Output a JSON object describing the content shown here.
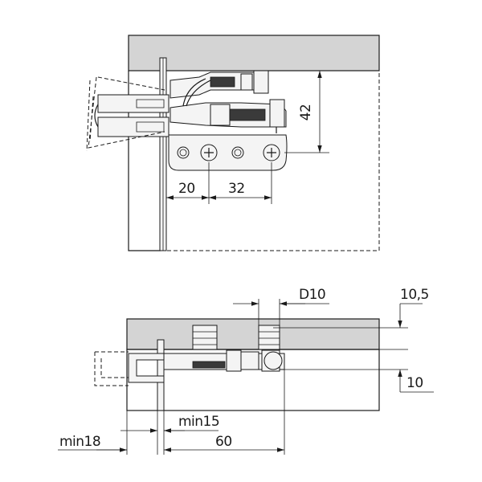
{
  "colors": {
    "panel": "#d4d4d4",
    "line": "#1a1a1a"
  },
  "top_view": {
    "dim_20": "20",
    "dim_32": "32",
    "dim_42": "42"
  },
  "front_view": {
    "dim_d10": "D10",
    "dim_10_5": "10,5",
    "dim_10": "10",
    "dim_min15": "min15",
    "dim_min18": "min18",
    "dim_60": "60"
  }
}
